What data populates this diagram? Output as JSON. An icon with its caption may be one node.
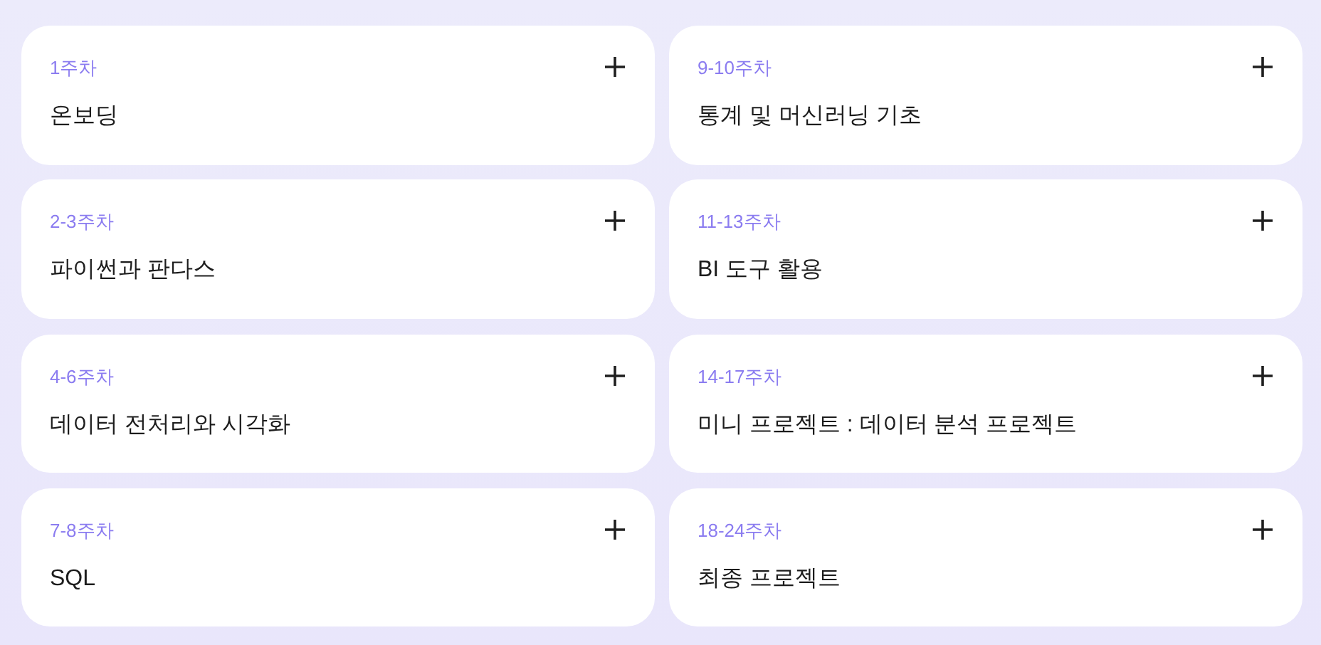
{
  "diagram": {
    "nodes": [
      {
        "text": [
          "1주차",
          "온보딩"
        ]
      },
      {
        "text": [
          "2-3주차",
          "파이썬과 판다스"
        ]
      },
      {
        "text": [
          "4-6주차",
          "데이터 전처리와 시각화"
        ]
      },
      {
        "text": [
          "7-8주차",
          "SQL"
        ]
      },
      {
        "text": [
          "9-10주차",
          "통계 및 머신러닝 기초"
        ]
      },
      {
        "text": [
          "11-13주차",
          "BI 도구 활용"
        ]
      },
      {
        "text": [
          "14-17주차",
          "미니 프로젝트 : 데이터 분석 프로젝트"
        ]
      },
      {
        "text": [
          "18-24주차",
          "최종 프로젝트"
        ]
      }
    ]
  }
}
